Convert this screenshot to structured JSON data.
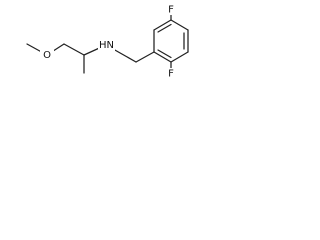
{
  "diagram": {
    "atoms": {
      "f_top": "F",
      "f_bottom": "F",
      "nh": "HN",
      "o": "O"
    },
    "colors": {
      "bond": "#222222",
      "label": "#111111",
      "background": "#ffffff"
    }
  }
}
